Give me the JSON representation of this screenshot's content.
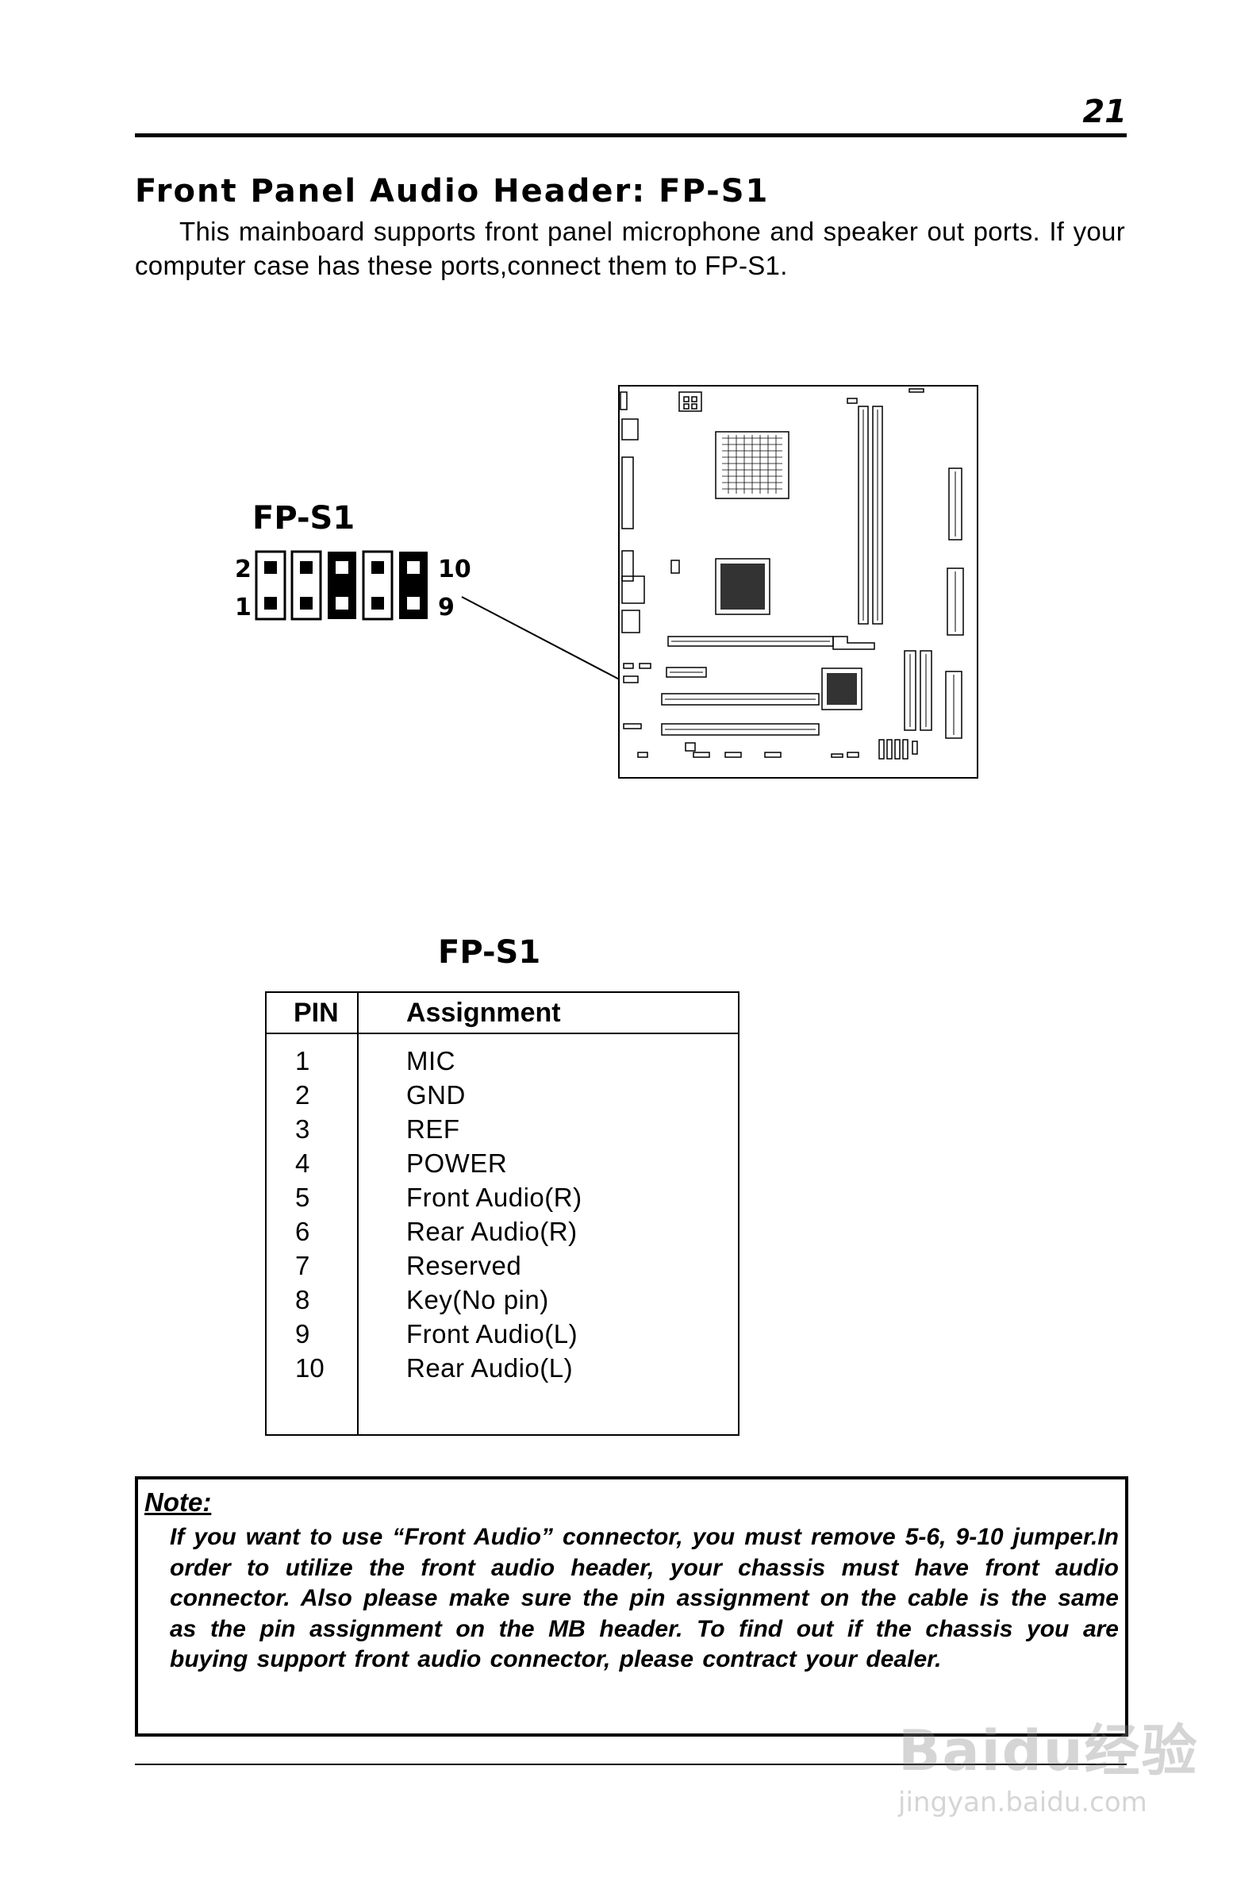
{
  "page": {
    "number": "21",
    "title": "Front Panel Audio Header: FP-S1",
    "intro": "This mainboard supports front panel microphone and speaker out ports. If your computer case has these ports,connect them to FP-S1."
  },
  "header_diagram": {
    "label": "FP-S1",
    "pin_labels": {
      "top_left": "2",
      "bottom_left": "1",
      "top_right": "10",
      "bottom_right": "9"
    }
  },
  "pin_table": {
    "title": "FP-S1",
    "columns": [
      "PIN",
      "Assignment"
    ],
    "rows": [
      {
        "pin": "1",
        "assignment": "MIC"
      },
      {
        "pin": "2",
        "assignment": "GND"
      },
      {
        "pin": "3",
        "assignment": "REF"
      },
      {
        "pin": "4",
        "assignment": "POWER"
      },
      {
        "pin": "5",
        "assignment": "Front Audio(R)"
      },
      {
        "pin": "6",
        "assignment": "Rear Audio(R)"
      },
      {
        "pin": "7",
        "assignment": "Reserved"
      },
      {
        "pin": "8",
        "assignment": "Key(No pin)"
      },
      {
        "pin": "9",
        "assignment": "Front Audio(L)"
      },
      {
        "pin": "10",
        "assignment": "Rear Audio(L)"
      }
    ]
  },
  "note": {
    "title": "Note:",
    "text": "If you want to use “Front Audio” connector, you must remove 5-6, 9-10 jumper.In order to utilize the front audio header, your chassis must have front audio connector. Also please make sure the pin assignment on the cable is the same as the pin assignment on the MB header. To find out if the chassis you are buying support front audio connector, please contract your dealer."
  },
  "watermark": {
    "brand": "Baidu经验",
    "url": "jingyan.baidu.com"
  }
}
